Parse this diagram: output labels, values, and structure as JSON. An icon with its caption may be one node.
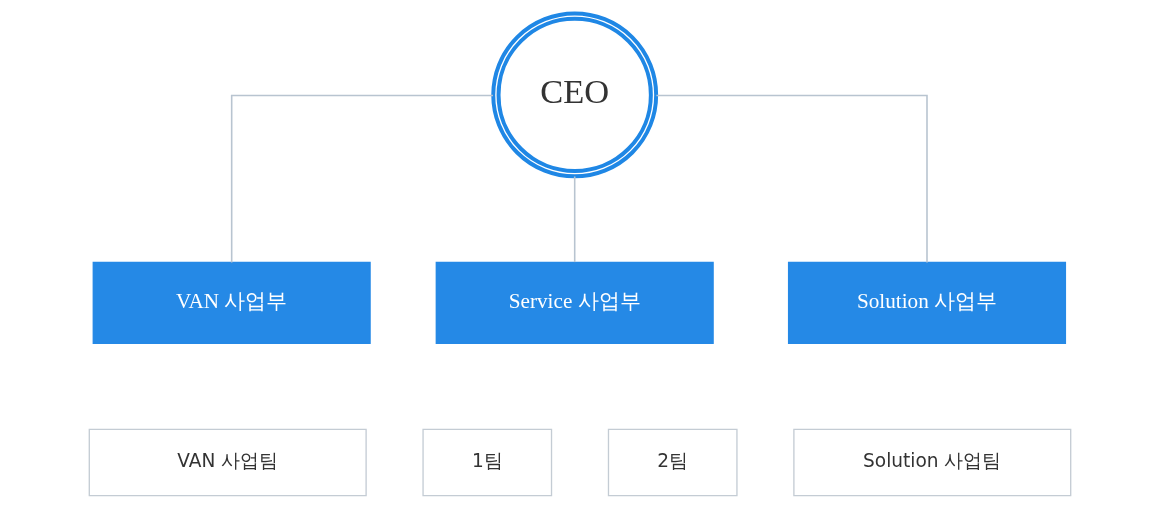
{
  "diagram": {
    "nodes": [
      {
        "text": [
          "CEO"
        ]
      },
      {
        "text": [
          "VAN 사업부"
        ]
      },
      {
        "text": [
          "Service 사업부"
        ]
      },
      {
        "text": [
          "Solution 사업부"
        ]
      },
      {
        "text": [
          "VAN 사업팀"
        ]
      },
      {
        "text": [
          "1팀"
        ]
      },
      {
        "text": [
          "2팀"
        ]
      },
      {
        "text": [
          "Solution 사업팀"
        ]
      }
    ],
    "edges": [
      {
        "from": 0,
        "to": 1,
        "arrow": "none"
      },
      {
        "from": 0,
        "to": 2,
        "arrow": "none"
      },
      {
        "from": 0,
        "to": 3,
        "arrow": "none"
      }
    ]
  }
}
